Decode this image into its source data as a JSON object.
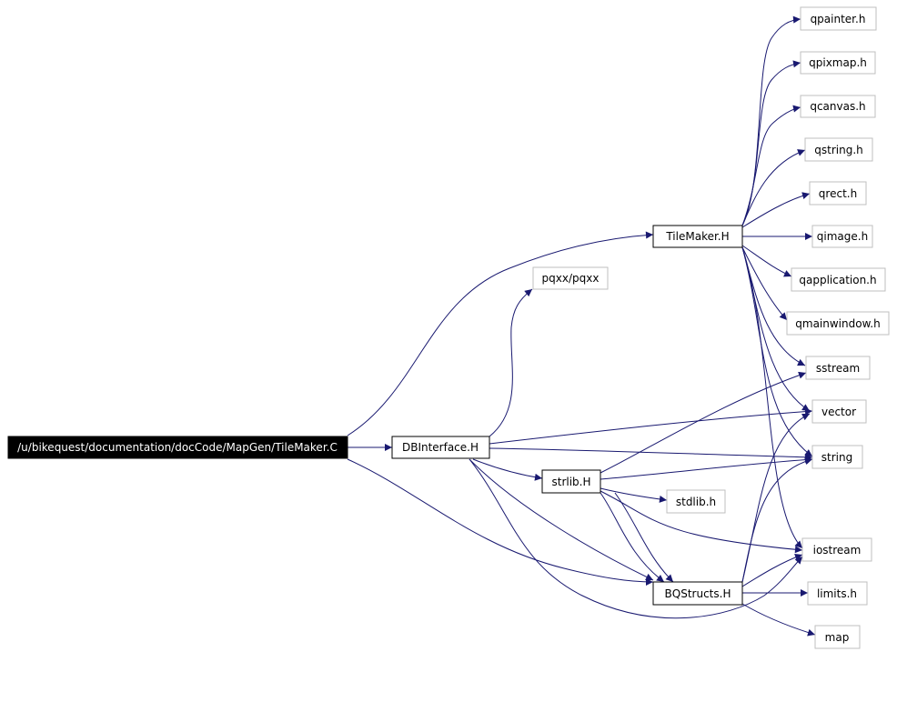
{
  "graph": {
    "nodes": [
      {
        "id": "root",
        "label": "/u/bikequest/documentation/docCode/MapGen/TileMaker.C",
        "style": "root"
      },
      {
        "id": "tilemaker",
        "label": "TileMaker.H",
        "style": "black"
      },
      {
        "id": "dbinterface",
        "label": "DBInterface.H",
        "style": "black"
      },
      {
        "id": "strlib",
        "label": "strlib.H",
        "style": "black"
      },
      {
        "id": "bqstructs",
        "label": "BQStructs.H",
        "style": "black"
      },
      {
        "id": "pqxx",
        "label": "pqxx/pqxx",
        "style": "gray"
      },
      {
        "id": "qpainter",
        "label": "qpainter.h",
        "style": "gray"
      },
      {
        "id": "qpixmap",
        "label": "qpixmap.h",
        "style": "gray"
      },
      {
        "id": "qcanvas",
        "label": "qcanvas.h",
        "style": "gray"
      },
      {
        "id": "qstring",
        "label": "qstring.h",
        "style": "gray"
      },
      {
        "id": "qrect",
        "label": "qrect.h",
        "style": "gray"
      },
      {
        "id": "qimage",
        "label": "qimage.h",
        "style": "gray"
      },
      {
        "id": "qapplication",
        "label": "qapplication.h",
        "style": "gray"
      },
      {
        "id": "qmainwindow",
        "label": "qmainwindow.h",
        "style": "gray"
      },
      {
        "id": "sstream",
        "label": "sstream",
        "style": "gray"
      },
      {
        "id": "vector",
        "label": "vector",
        "style": "gray"
      },
      {
        "id": "string",
        "label": "string",
        "style": "gray"
      },
      {
        "id": "stdlib",
        "label": "stdlib.h",
        "style": "gray"
      },
      {
        "id": "iostream",
        "label": "iostream",
        "style": "gray"
      },
      {
        "id": "limits",
        "label": "limits.h",
        "style": "gray"
      },
      {
        "id": "map",
        "label": "map",
        "style": "gray"
      }
    ],
    "edges": [
      [
        "root",
        "tilemaker"
      ],
      [
        "root",
        "dbinterface"
      ],
      [
        "root",
        "bqstructs"
      ],
      [
        "tilemaker",
        "qpainter"
      ],
      [
        "tilemaker",
        "qpixmap"
      ],
      [
        "tilemaker",
        "qcanvas"
      ],
      [
        "tilemaker",
        "qstring"
      ],
      [
        "tilemaker",
        "qrect"
      ],
      [
        "tilemaker",
        "qimage"
      ],
      [
        "tilemaker",
        "qapplication"
      ],
      [
        "tilemaker",
        "qmainwindow"
      ],
      [
        "tilemaker",
        "sstream"
      ],
      [
        "tilemaker",
        "vector"
      ],
      [
        "tilemaker",
        "string"
      ],
      [
        "tilemaker",
        "iostream"
      ],
      [
        "dbinterface",
        "pqxx"
      ],
      [
        "dbinterface",
        "vector"
      ],
      [
        "dbinterface",
        "string"
      ],
      [
        "dbinterface",
        "strlib"
      ],
      [
        "dbinterface",
        "bqstructs"
      ],
      [
        "dbinterface",
        "iostream"
      ],
      [
        "strlib",
        "sstream"
      ],
      [
        "strlib",
        "string"
      ],
      [
        "strlib",
        "stdlib"
      ],
      [
        "strlib",
        "iostream"
      ],
      [
        "strlib",
        "bqstructs"
      ],
      [
        "bqstructs",
        "vector"
      ],
      [
        "bqstructs",
        "string"
      ],
      [
        "bqstructs",
        "iostream"
      ],
      [
        "bqstructs",
        "limits"
      ],
      [
        "bqstructs",
        "map"
      ]
    ]
  }
}
